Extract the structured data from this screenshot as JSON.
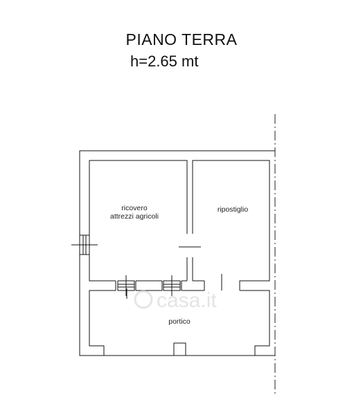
{
  "header": {
    "title": "PIANO TERRA",
    "height_note": "h=2.65 mt"
  },
  "rooms": {
    "ricovero_line1": "ricovero",
    "ricovero_line2": "attrezzi agricoli",
    "ripostiglio": "ripostiglio",
    "portico": "portico"
  },
  "watermark": {
    "text": "casa.it"
  }
}
